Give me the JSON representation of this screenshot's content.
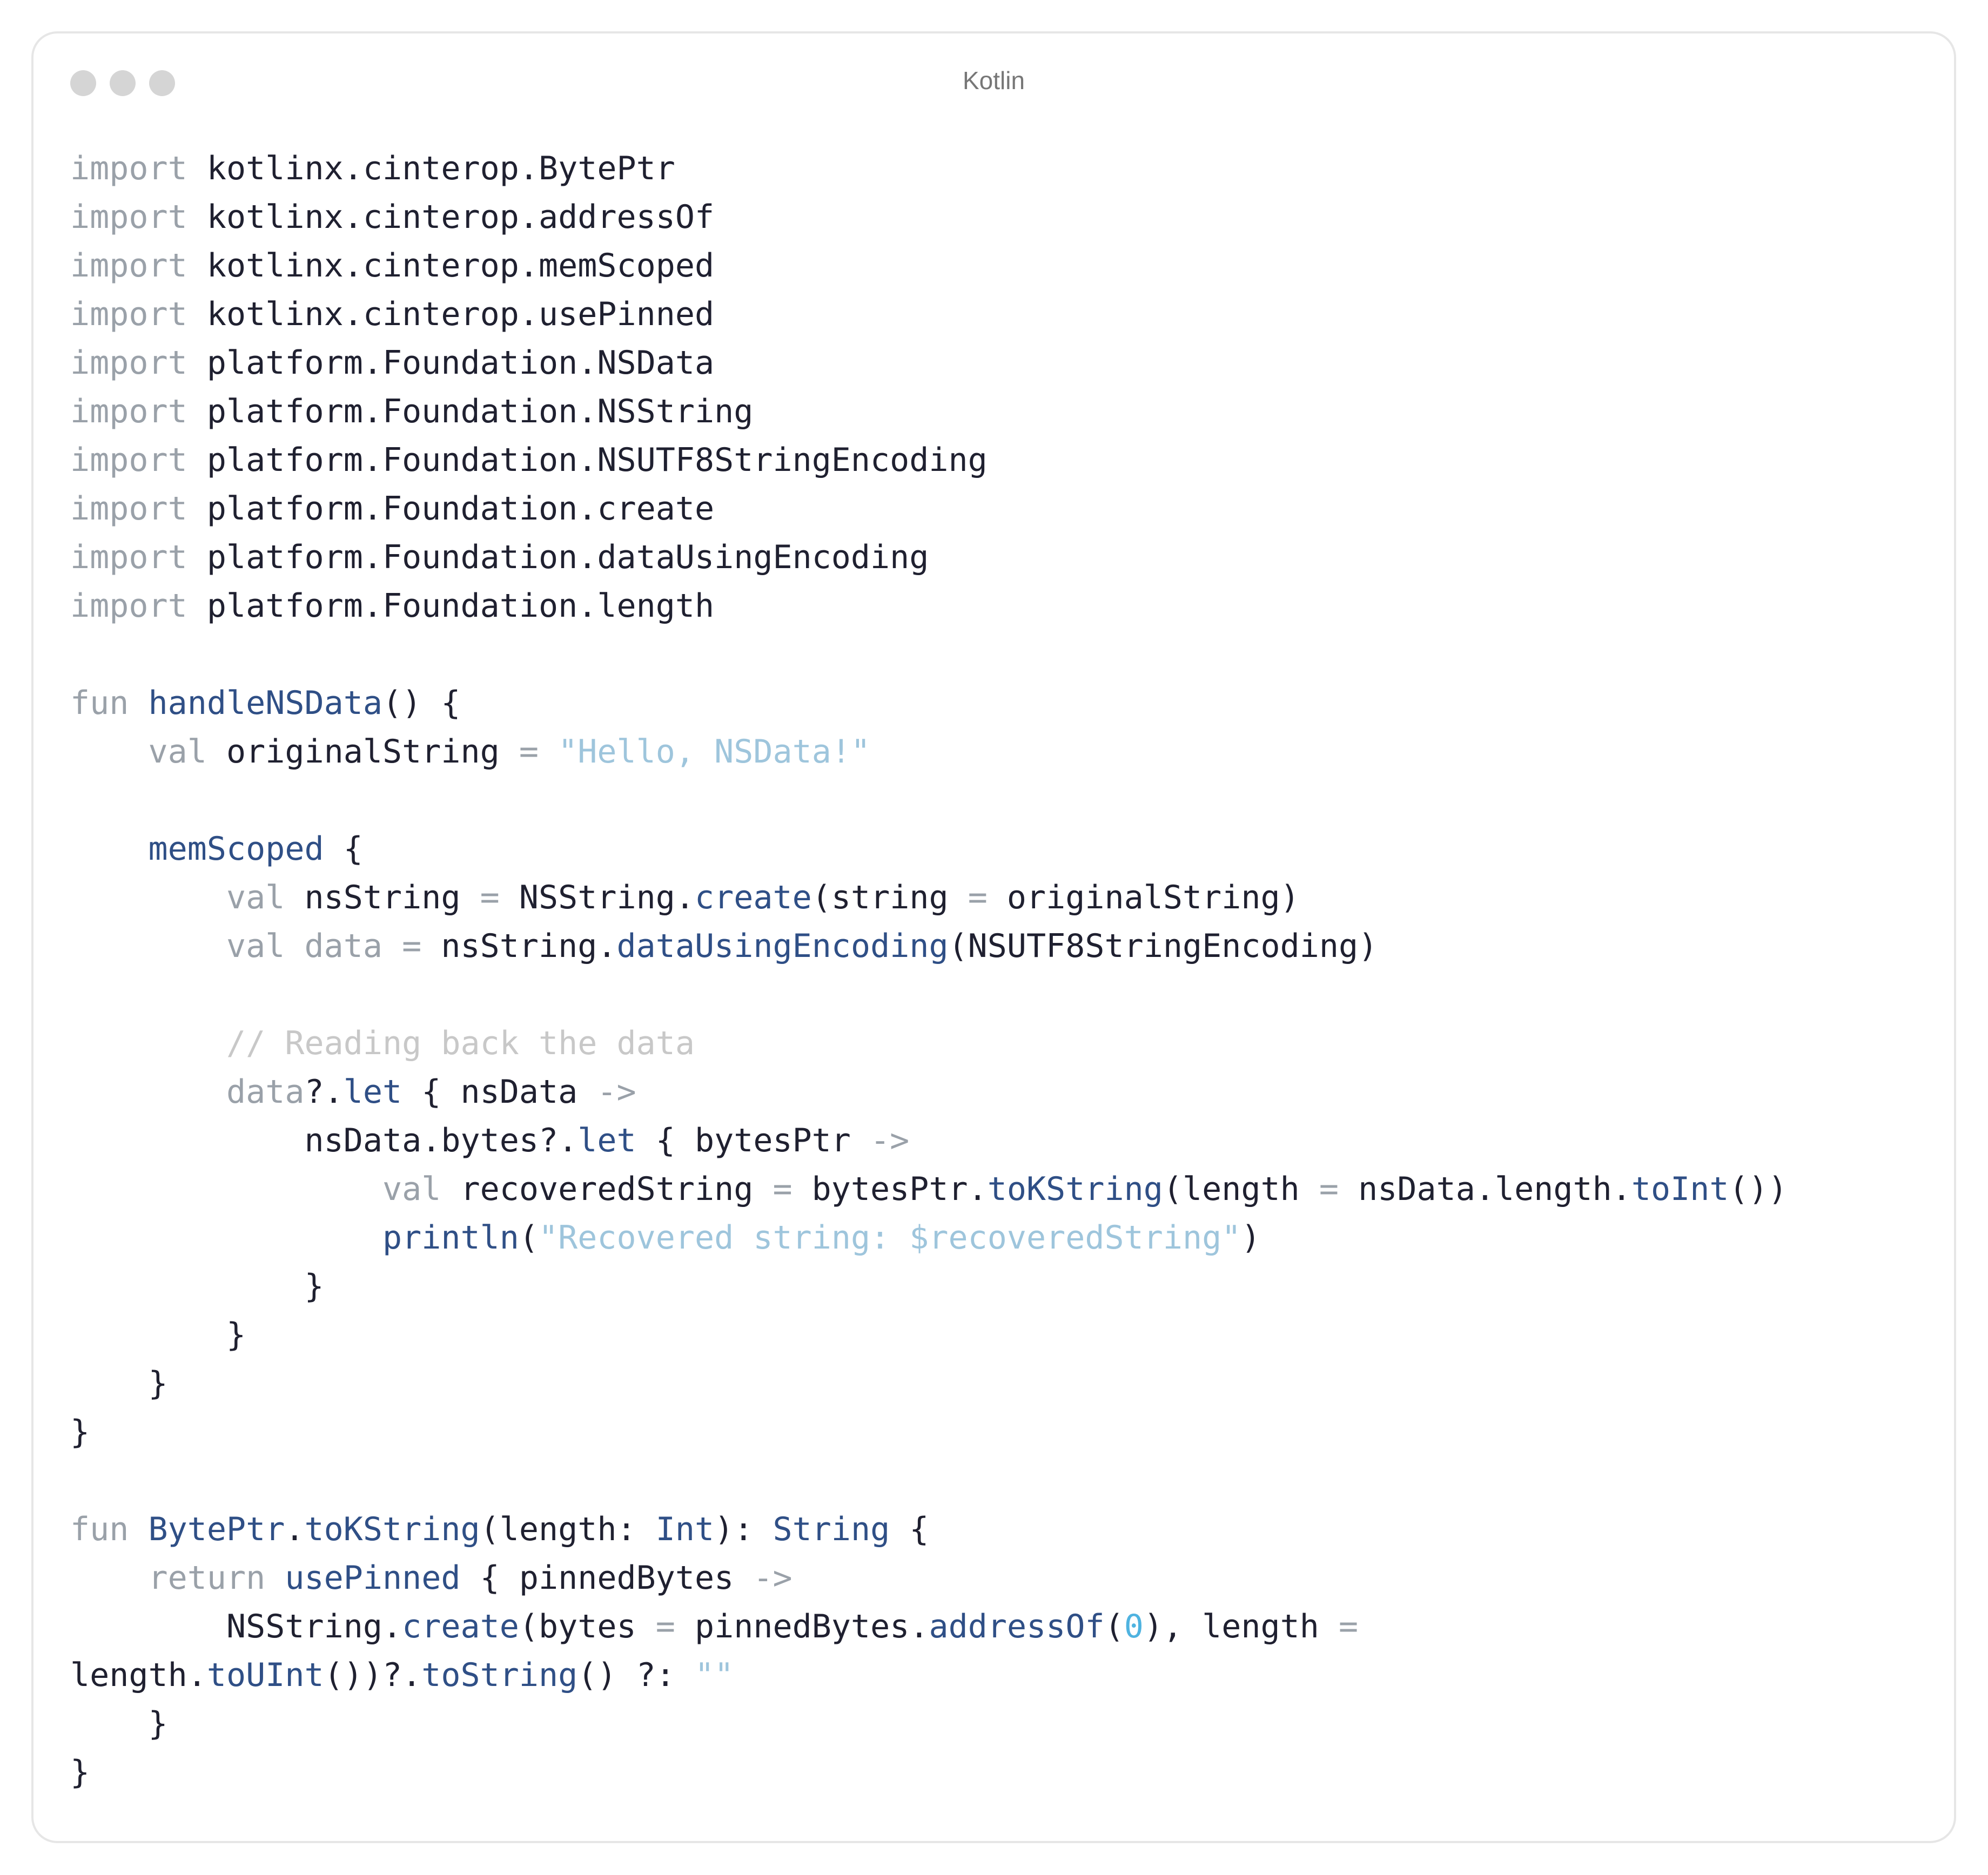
{
  "window": {
    "title": "Kotlin",
    "controls": [
      "close-dot",
      "minimize-dot",
      "zoom-dot"
    ]
  },
  "colors": {
    "keyword": "#9aa1a9",
    "function": "#2f4f86",
    "string": "#9ec5dc",
    "comment": "#c8c8c8",
    "number": "#4fb3e0",
    "text": "#1f2030"
  },
  "code": {
    "language": "Kotlin",
    "lines": [
      [
        [
          "kw",
          "import"
        ],
        [
          "tx",
          " kotlinx.cinterop.BytePtr"
        ]
      ],
      [
        [
          "kw",
          "import"
        ],
        [
          "tx",
          " kotlinx.cinterop.addressOf"
        ]
      ],
      [
        [
          "kw",
          "import"
        ],
        [
          "tx",
          " kotlinx.cinterop.memScoped"
        ]
      ],
      [
        [
          "kw",
          "import"
        ],
        [
          "tx",
          " kotlinx.cinterop.usePinned"
        ]
      ],
      [
        [
          "kw",
          "import"
        ],
        [
          "tx",
          " platform.Foundation.NSData"
        ]
      ],
      [
        [
          "kw",
          "import"
        ],
        [
          "tx",
          " platform.Foundation.NSString"
        ]
      ],
      [
        [
          "kw",
          "import"
        ],
        [
          "tx",
          " platform.Foundation.NSUTF8StringEncoding"
        ]
      ],
      [
        [
          "kw",
          "import"
        ],
        [
          "tx",
          " platform.Foundation.create"
        ]
      ],
      [
        [
          "kw",
          "import"
        ],
        [
          "tx",
          " platform.Foundation.dataUsingEncoding"
        ]
      ],
      [
        [
          "kw",
          "import"
        ],
        [
          "tx",
          " platform.Foundation.length"
        ]
      ],
      [],
      [
        [
          "kw",
          "fun"
        ],
        [
          "tx",
          " "
        ],
        [
          "fn",
          "handleNSData"
        ],
        [
          "tx",
          "() {"
        ]
      ],
      [
        [
          "tx",
          "    "
        ],
        [
          "kw",
          "val"
        ],
        [
          "tx",
          " originalString "
        ],
        [
          "op",
          "="
        ],
        [
          "tx",
          " "
        ],
        [
          "str",
          "\"Hello, NSData!\""
        ]
      ],
      [],
      [
        [
          "tx",
          "    "
        ],
        [
          "fn",
          "memScoped"
        ],
        [
          "tx",
          " {"
        ]
      ],
      [
        [
          "tx",
          "        "
        ],
        [
          "kw",
          "val"
        ],
        [
          "tx",
          " nsString "
        ],
        [
          "op",
          "="
        ],
        [
          "tx",
          " NSString."
        ],
        [
          "fn",
          "create"
        ],
        [
          "tx",
          "(string "
        ],
        [
          "op",
          "="
        ],
        [
          "tx",
          " originalString)"
        ]
      ],
      [
        [
          "tx",
          "        "
        ],
        [
          "kw",
          "val"
        ],
        [
          "tx",
          " "
        ],
        [
          "kw",
          "data"
        ],
        [
          "tx",
          " "
        ],
        [
          "op",
          "="
        ],
        [
          "tx",
          " nsString."
        ],
        [
          "fn",
          "dataUsingEncoding"
        ],
        [
          "tx",
          "(NSUTF8StringEncoding)"
        ]
      ],
      [],
      [
        [
          "tx",
          "        "
        ],
        [
          "cm",
          "// Reading back the data"
        ]
      ],
      [
        [
          "tx",
          "        "
        ],
        [
          "kw",
          "data"
        ],
        [
          "tx",
          "?."
        ],
        [
          "fn",
          "let"
        ],
        [
          "tx",
          " { nsData "
        ],
        [
          "op",
          "->"
        ]
      ],
      [
        [
          "tx",
          "            nsData.bytes?."
        ],
        [
          "fn",
          "let"
        ],
        [
          "tx",
          " { bytesPtr "
        ],
        [
          "op",
          "->"
        ]
      ],
      [
        [
          "tx",
          "                "
        ],
        [
          "kw",
          "val"
        ],
        [
          "tx",
          " recoveredString "
        ],
        [
          "op",
          "="
        ],
        [
          "tx",
          " bytesPtr."
        ],
        [
          "fn",
          "toKString"
        ],
        [
          "tx",
          "(length "
        ],
        [
          "op",
          "="
        ],
        [
          "tx",
          " nsData.length."
        ],
        [
          "fn",
          "toInt"
        ],
        [
          "tx",
          "())"
        ]
      ],
      [
        [
          "tx",
          "                "
        ],
        [
          "fn",
          "println"
        ],
        [
          "tx",
          "("
        ],
        [
          "str",
          "\"Recovered string: $recoveredString\""
        ],
        [
          "tx",
          ")"
        ]
      ],
      [
        [
          "tx",
          "            }"
        ]
      ],
      [
        [
          "tx",
          "        }"
        ]
      ],
      [
        [
          "tx",
          "    }"
        ]
      ],
      [
        [
          "tx",
          "}"
        ]
      ],
      [],
      [
        [
          "kw",
          "fun"
        ],
        [
          "tx",
          " "
        ],
        [
          "fn",
          "BytePtr"
        ],
        [
          "tx",
          "."
        ],
        [
          "fn",
          "toKString"
        ],
        [
          "tx",
          "(length: "
        ],
        [
          "fn",
          "Int"
        ],
        [
          "tx",
          "): "
        ],
        [
          "fn",
          "String"
        ],
        [
          "tx",
          " {"
        ]
      ],
      [
        [
          "tx",
          "    "
        ],
        [
          "kw",
          "return"
        ],
        [
          "tx",
          " "
        ],
        [
          "fn",
          "usePinned"
        ],
        [
          "tx",
          " { pinnedBytes "
        ],
        [
          "op",
          "->"
        ]
      ],
      [
        [
          "tx",
          "        NSString."
        ],
        [
          "fn",
          "create"
        ],
        [
          "tx",
          "(bytes "
        ],
        [
          "op",
          "="
        ],
        [
          "tx",
          " pinnedBytes."
        ],
        [
          "fn",
          "addressOf"
        ],
        [
          "tx",
          "("
        ],
        [
          "num",
          "0"
        ],
        [
          "tx",
          "), length "
        ],
        [
          "op",
          "="
        ]
      ],
      [
        [
          "tx",
          "length."
        ],
        [
          "fn",
          "toUInt"
        ],
        [
          "tx",
          "())?."
        ],
        [
          "fn",
          "toString"
        ],
        [
          "tx",
          "() ?: "
        ],
        [
          "str",
          "\"\""
        ]
      ],
      [
        [
          "tx",
          "    }"
        ]
      ],
      [
        [
          "tx",
          "}"
        ]
      ]
    ]
  }
}
